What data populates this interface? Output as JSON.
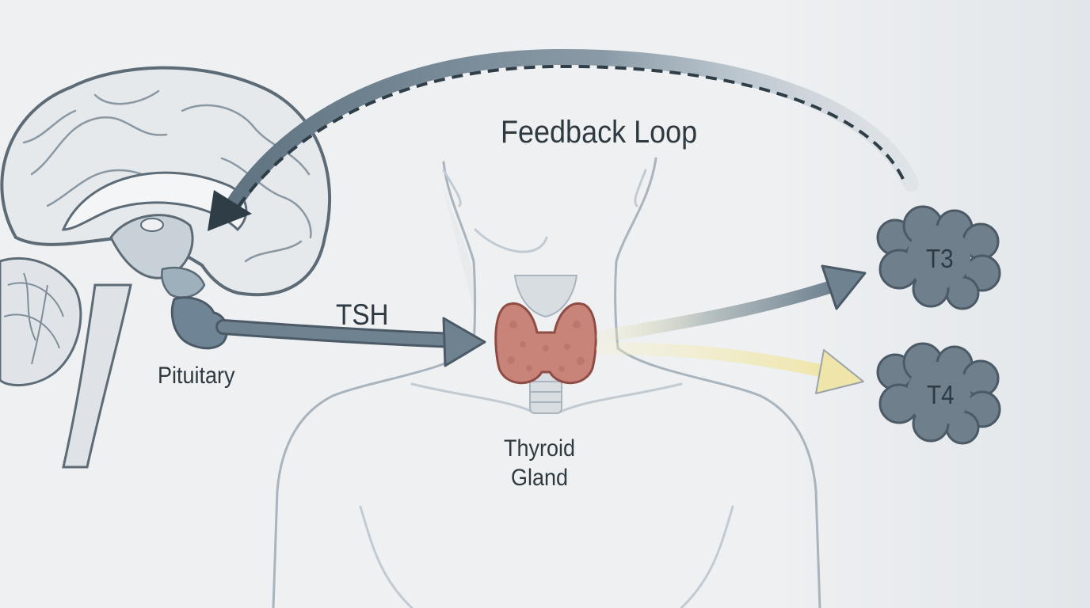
{
  "diagram": {
    "title": "Feedback Loop",
    "hormone_signal": "TSH",
    "pituitary": "Pituitary",
    "thyroid": [
      "Thyroid",
      "Gland"
    ],
    "outputs": [
      "T3",
      "T4"
    ]
  },
  "colors": {
    "background": "#eef0f2",
    "right_panel": "#dfe3e7",
    "brain_outline": "#5d6b76",
    "brain_fill": "#e6e9ec",
    "pituitary_fill": "#6f8494",
    "arrow_fill": "#6f8290",
    "thyroid_fill": "#c98479",
    "thyroid_outline": "#8f4c45",
    "hormone_blob": "#6f7f8c",
    "t4_arrow": "#f0e7b4",
    "body_outline": "#a9b4bd"
  }
}
